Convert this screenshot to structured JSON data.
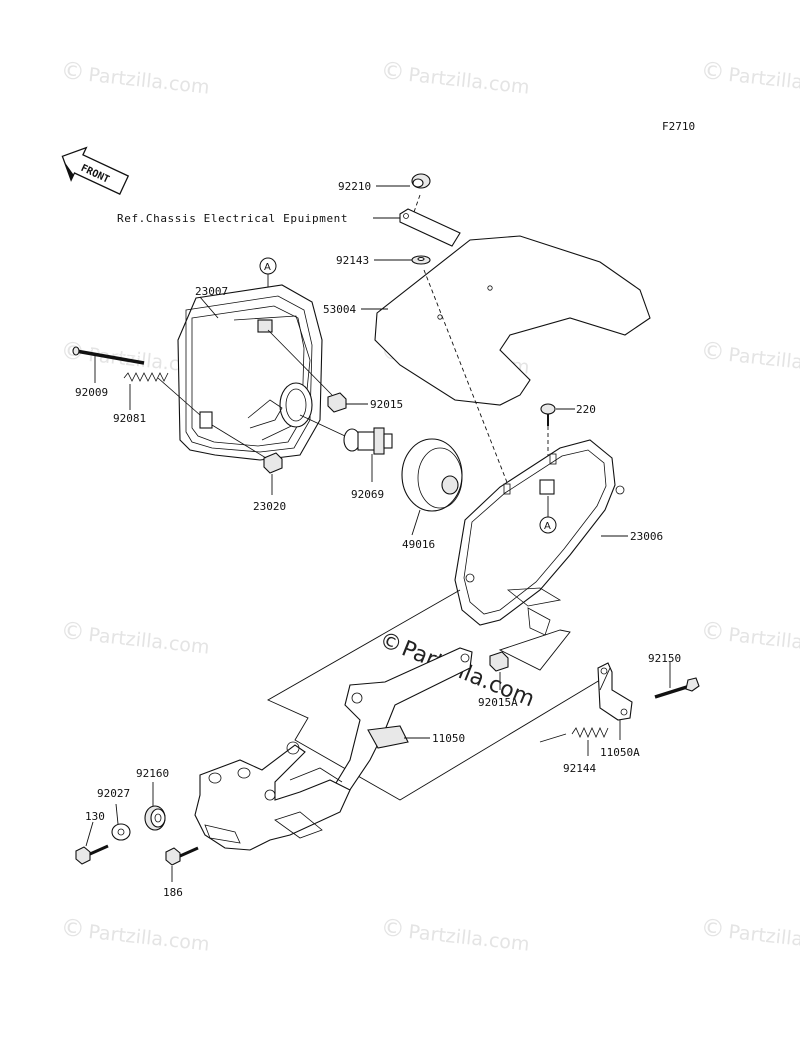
{
  "watermark": {
    "copyright": "©",
    "text": "Partzilla.com"
  },
  "center_watermark": {
    "copyright": "©",
    "text": "Partzilla.com"
  },
  "figure_code": "F2710",
  "front_arrow_text": "FRONT",
  "reference_note": "Ref.Chassis Electrical Epuipment",
  "callouts": {
    "circle_a_top": "A",
    "circle_a_bottom": "A"
  },
  "part_numbers": {
    "p92210": "92210",
    "p92143": "92143",
    "p53004": "53004",
    "p23007": "23007",
    "p92009": "92009",
    "p92081": "92081",
    "p92015": "92015",
    "p23020": "23020",
    "p92069": "92069",
    "p220": "220",
    "p49016": "49016",
    "p23006": "23006",
    "p92015A": "92015A",
    "p11050": "11050",
    "p92150": "92150",
    "p11050A": "11050A",
    "p92144": "92144",
    "p92160": "92160",
    "p92027": "92027",
    "p130": "130",
    "p186": "186"
  }
}
